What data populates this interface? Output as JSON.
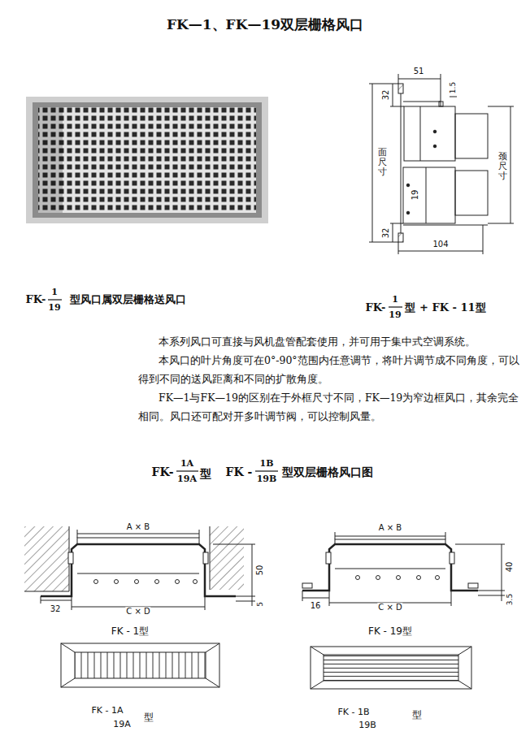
{
  "diagram": {
    "title": "FK—1、FK—19双层栅格风口",
    "labels": [
      "51",
      "1.5",
      "32",
      "面尺寸",
      "颈尺寸",
      "19",
      "32",
      "104",
      "FK-",
      "1",
      "19",
      "型风口属双层栅格送风口",
      "FK-",
      "1",
      "19",
      "型 + FK - 11型",
      "本系列风口可直接与风机盘管配套使用，并可用于集中式空调系统。",
      "本风口的叶片角度可在0°-90°范围内任意调节，将叶片调节成不同角度，可以得到不同的送风距离和不同的扩散角度。",
      "FK—1与FK—19的区别在于外框尺寸不同，FK—19为窄边框风口，其余完全相同。风口还可配对开多叶调节阀，可以控制风量。",
      "FK-",
      "1A",
      "19A",
      "型",
      "FK -",
      "1B",
      "19B",
      "型双层栅格风口图",
      "A × B",
      "50",
      "5",
      "32",
      "C × D",
      "FK - 1型",
      "FK - 1A",
      "19A",
      "型",
      "A × B",
      "40",
      "3.5",
      "16",
      "C × D",
      "FK - 19型",
      "FK - 1B",
      "19B",
      "型"
    ]
  }
}
